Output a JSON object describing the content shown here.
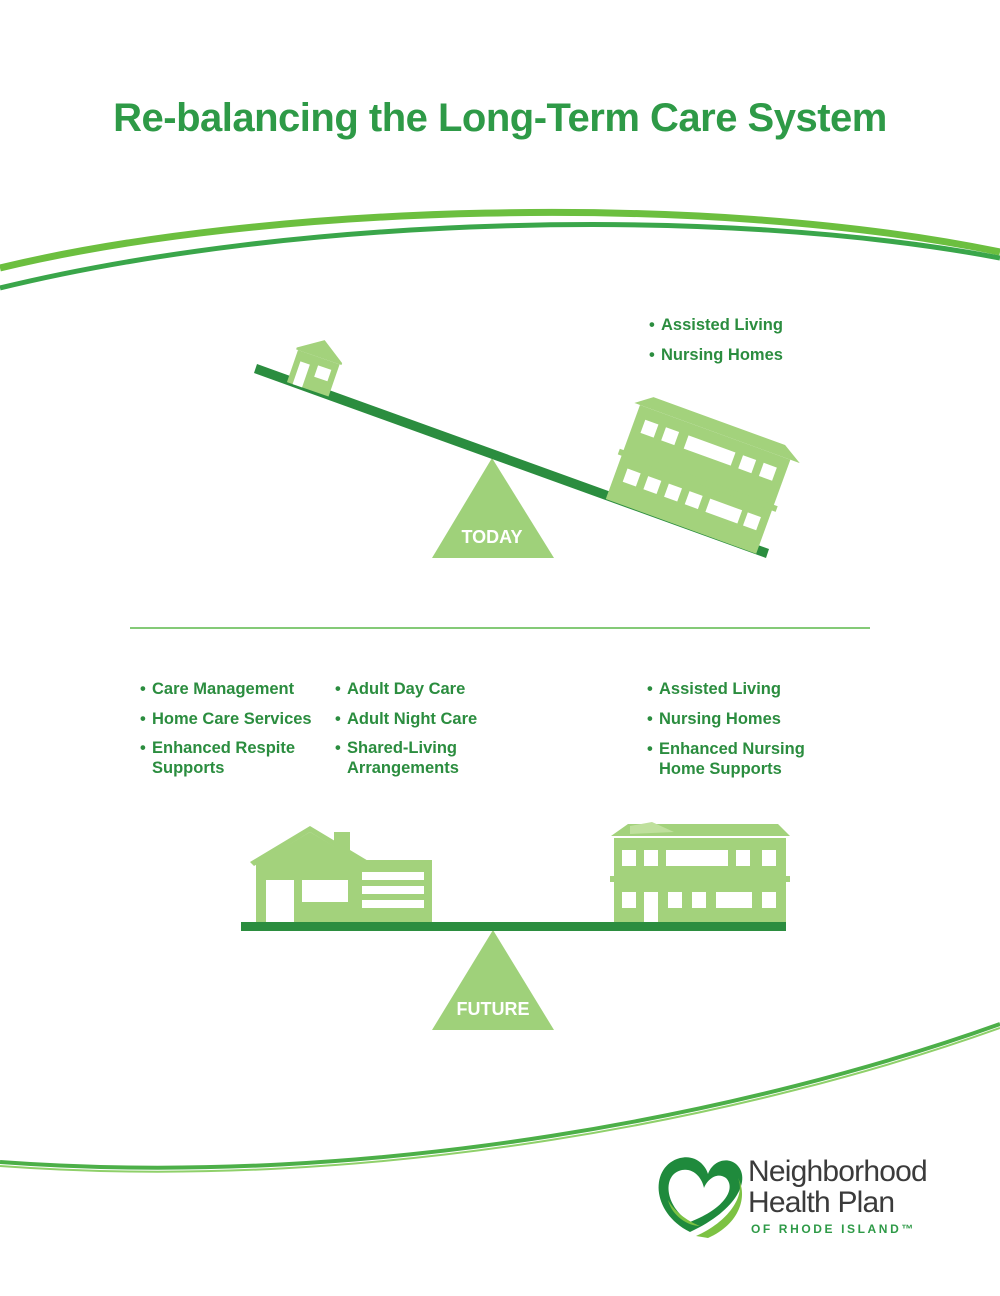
{
  "title": "Re-balancing the Long-Term Care System",
  "today": {
    "label": "TODAY",
    "heavy_side": [
      "Assisted Living",
      "Nursing Homes"
    ]
  },
  "future": {
    "label": "FUTURE",
    "col1": [
      "Care Management",
      "Home Care Services",
      "Enhanced Respite Supports"
    ],
    "col2": [
      "Adult Day Care",
      "Adult Night Care",
      "Shared-Living Arrangements"
    ],
    "col3": [
      "Assisted Living",
      "Nursing Homes",
      "Enhanced Nursing Home Supports"
    ]
  },
  "logo": {
    "line1": "Neighborhood",
    "line2": "Health Plan",
    "line3": "OF RHODE ISLAND™"
  },
  "colors": {
    "title_green": "#2e9a47",
    "beam_green": "#2b8d3f",
    "building_green": "#a3d27c",
    "swoosh_green": "#6cbf3f"
  }
}
